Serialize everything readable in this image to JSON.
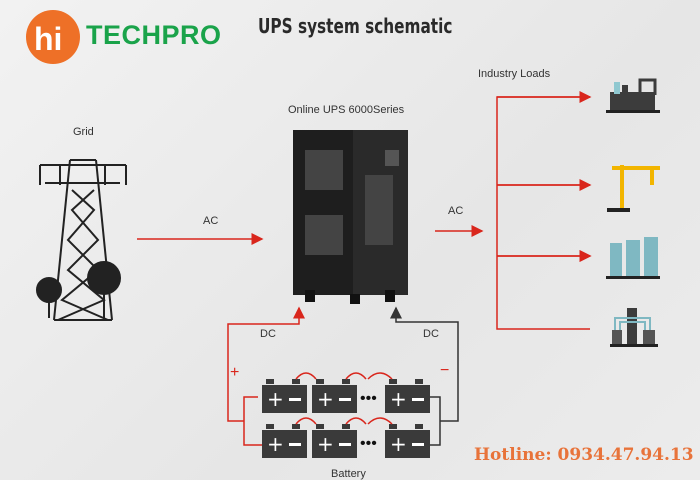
{
  "logo": {
    "mark": "hi",
    "brand": "TECHPRO"
  },
  "title": "UPS system schematic",
  "labels": {
    "grid": "Grid",
    "ac_in": "AC",
    "ups": "Online UPS 6000Series",
    "ac_out": "AC",
    "industry_loads": "Industry Loads",
    "dc_left": "DC",
    "dc_right": "DC",
    "plus": "+",
    "minus": "−",
    "battery": "Battery"
  },
  "hotline": "Hotline: 0934.47.94.13",
  "colors": {
    "red": "#d9261c",
    "orange": "#ee7027",
    "green": "#1aa34a",
    "dark": "#3a3a3a"
  }
}
